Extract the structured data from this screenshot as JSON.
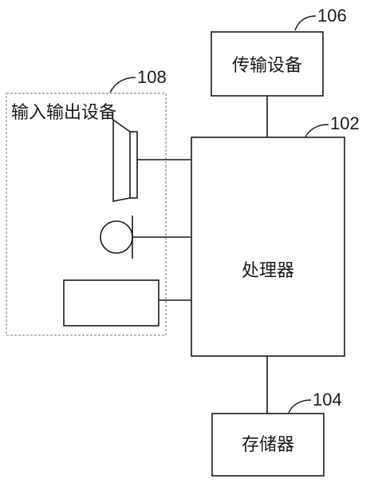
{
  "diagram": {
    "transmission": {
      "label": "传输设备",
      "ref": "106"
    },
    "processor": {
      "label": "处理器",
      "ref": "102"
    },
    "memory": {
      "label": "存储器",
      "ref": "104"
    },
    "io": {
      "label": "输入输出设备",
      "ref": "108"
    },
    "icons": {
      "speaker": "speaker-icon",
      "microphone": "microphone-icon",
      "display": "display-icon"
    }
  }
}
